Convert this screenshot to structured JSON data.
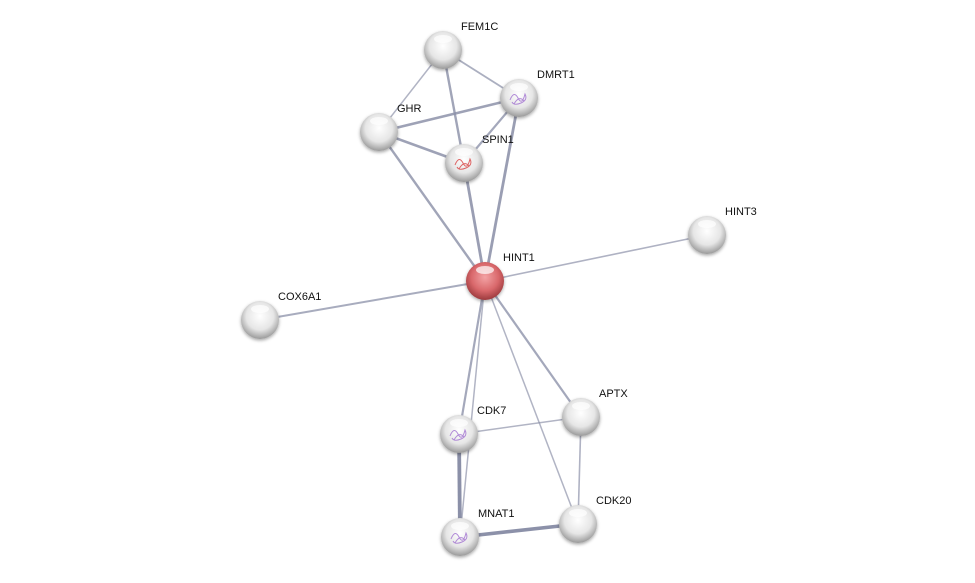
{
  "network": {
    "query_protein": "HINT1",
    "colors": {
      "query_node": "#d9686b",
      "node": "#e2e2e2",
      "edge": "#8b90a8"
    },
    "nodes": [
      {
        "id": "FEM1C",
        "structure": false
      },
      {
        "id": "DMRT1",
        "structure": true,
        "structure_color": "#a070d0"
      },
      {
        "id": "GHR",
        "structure": false
      },
      {
        "id": "SPIN1",
        "structure": true,
        "structure_color": "#d84040"
      },
      {
        "id": "HINT3",
        "structure": false
      },
      {
        "id": "HINT1",
        "structure": false,
        "query": true
      },
      {
        "id": "COX6A1",
        "structure": false
      },
      {
        "id": "APTX",
        "structure": false
      },
      {
        "id": "CDK7",
        "structure": true,
        "structure_color": "#a070d0"
      },
      {
        "id": "CDK20",
        "structure": false
      },
      {
        "id": "MNAT1",
        "structure": true,
        "structure_color": "#a070d0"
      }
    ],
    "edges": [
      {
        "a": "FEM1C",
        "b": "GHR",
        "w": 1.5
      },
      {
        "a": "FEM1C",
        "b": "DMRT1",
        "w": 1.8
      },
      {
        "a": "FEM1C",
        "b": "SPIN1",
        "w": 2.4
      },
      {
        "a": "GHR",
        "b": "DMRT1",
        "w": 2.6
      },
      {
        "a": "GHR",
        "b": "SPIN1",
        "w": 2.6
      },
      {
        "a": "DMRT1",
        "b": "SPIN1",
        "w": 2.2
      },
      {
        "a": "GHR",
        "b": "HINT1",
        "w": 2.4
      },
      {
        "a": "SPIN1",
        "b": "HINT1",
        "w": 2.8
      },
      {
        "a": "DMRT1",
        "b": "HINT1",
        "w": 2.8
      },
      {
        "a": "HINT1",
        "b": "HINT3",
        "w": 1.6
      },
      {
        "a": "HINT1",
        "b": "COX6A1",
        "w": 2.0
      },
      {
        "a": "HINT1",
        "b": "CDK7",
        "w": 2.2
      },
      {
        "a": "HINT1",
        "b": "MNAT1",
        "w": 1.5
      },
      {
        "a": "HINT1",
        "b": "APTX",
        "w": 2.2
      },
      {
        "a": "HINT1",
        "b": "CDK20",
        "w": 1.5
      },
      {
        "a": "CDK7",
        "b": "APTX",
        "w": 1.5
      },
      {
        "a": "APTX",
        "b": "CDK20",
        "w": 1.6
      },
      {
        "a": "CDK7",
        "b": "MNAT1",
        "w": 3.8
      },
      {
        "a": "MNAT1",
        "b": "CDK20",
        "w": 3.6
      }
    ]
  }
}
